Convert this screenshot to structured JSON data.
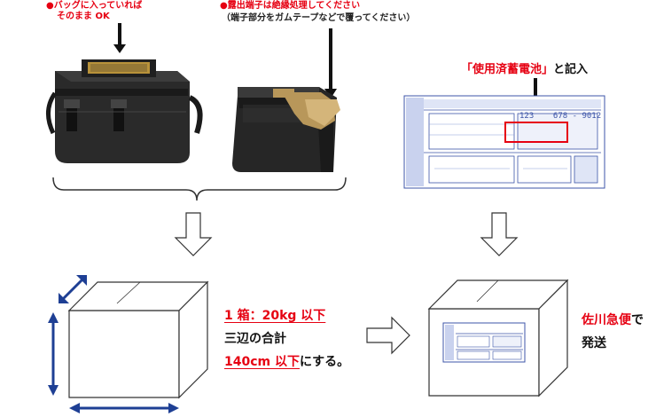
{
  "notes": {
    "bag_line1": "●バッグに入っていれば",
    "bag_line2": "そのまま OK",
    "terminal_line1": "●露出端子は絶縁処理してください",
    "terminal_line2": "（端子部分をガムテープなどで覆ってください）"
  },
  "label_instruction": {
    "quoted": "「使用済蓄電池」",
    "suffix": "と記入"
  },
  "waybill": {
    "number": "123    678 - 9012"
  },
  "box_spec": {
    "line1_red": "1 箱：20kg 以下",
    "line2": "三辺の合計",
    "line3_red": "140cm 以下",
    "line3_suffix": "にする。"
  },
  "carrier": {
    "name_red": "佐川急便",
    "suffix": "で",
    "line2": "発送"
  },
  "colors": {
    "accent_red": "#e60012",
    "navy_arrow": "#1e3f94",
    "waybill_blue": "#3d55a8"
  }
}
